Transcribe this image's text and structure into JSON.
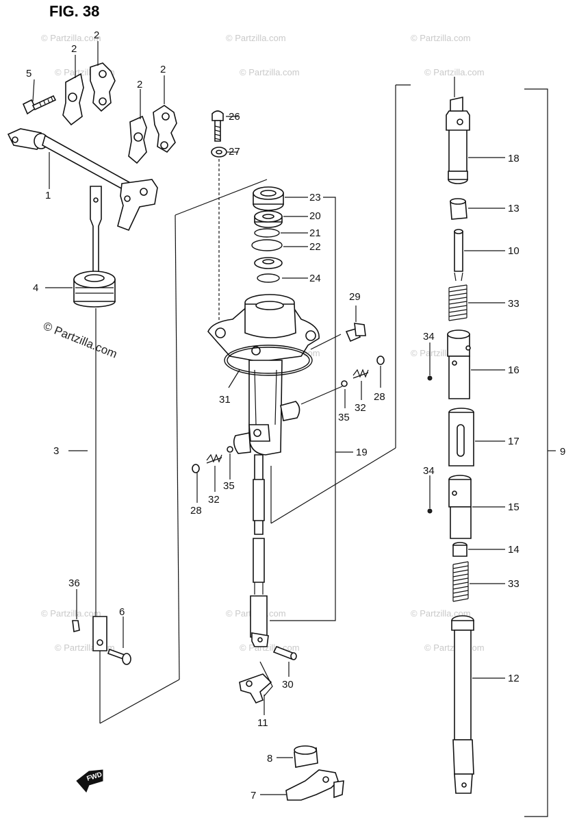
{
  "figure_title": "FIG. 38",
  "watermark_text": "© Partzilla.com",
  "fwd_label": "FWD",
  "callouts": {
    "c1": "1",
    "c2a": "2",
    "c2b": "2",
    "c2c": "2",
    "c2d": "2",
    "c3": "3",
    "c4": "4",
    "c5": "5",
    "c6": "6",
    "c7": "7",
    "c8": "8",
    "c9": "9",
    "c10": "10",
    "c11": "11",
    "c12": "12",
    "c13": "13",
    "c14": "14",
    "c15": "15",
    "c16": "16",
    "c17": "17",
    "c18": "18",
    "c19": "19",
    "c20": "20",
    "c21": "21",
    "c22": "22",
    "c23": "23",
    "c24": "24",
    "c26": "26",
    "c27": "27",
    "c28a": "28",
    "c28b": "28",
    "c29": "29",
    "c30": "30",
    "c31": "31",
    "c32a": "32",
    "c32b": "32",
    "c33a": "33",
    "c33b": "33",
    "c34a": "34",
    "c34b": "34",
    "c35a": "35",
    "c35b": "35",
    "c36": "36"
  }
}
